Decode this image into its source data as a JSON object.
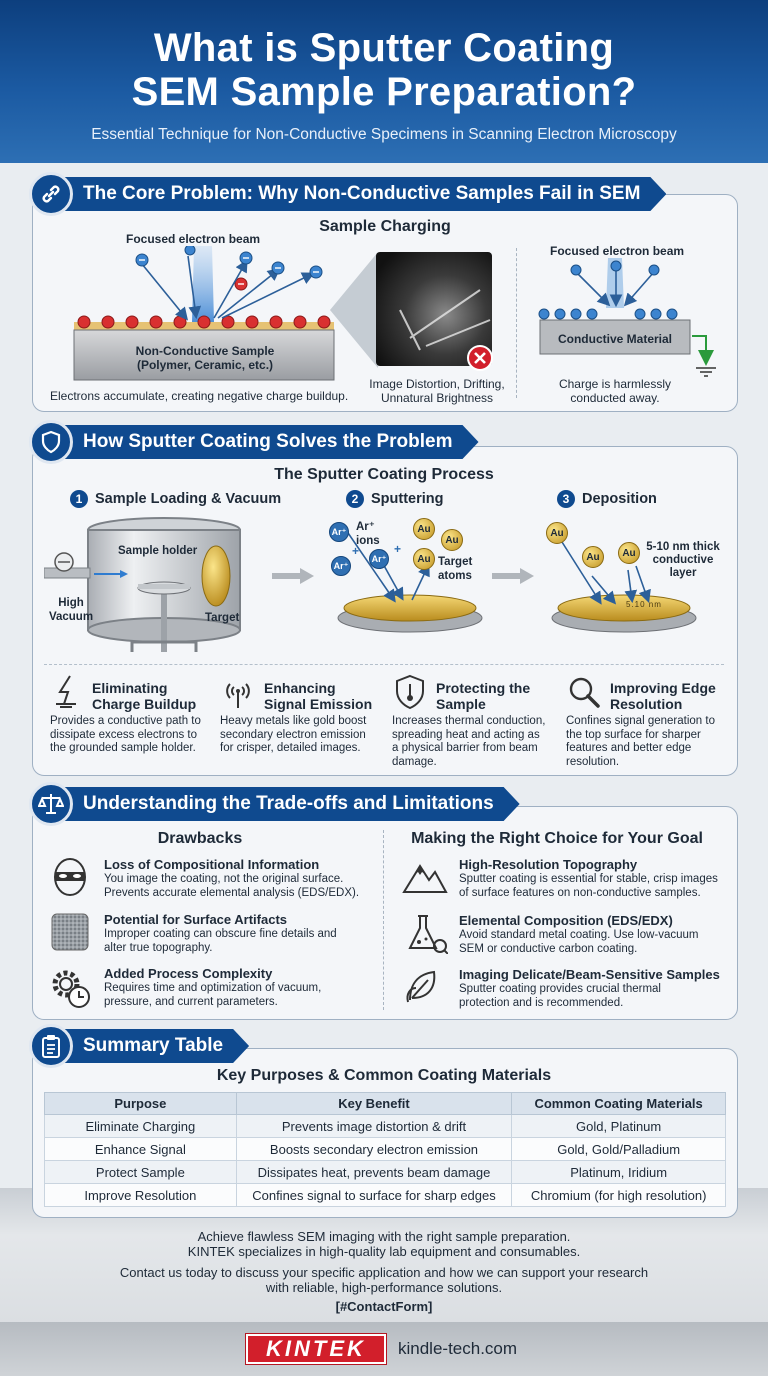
{
  "header": {
    "title_line1": "What is Sputter Coating",
    "title_line2": "SEM Sample Preparation?",
    "subtitle": "Essential Technique for Non-Conductive Specimens in Scanning Electron Microscopy"
  },
  "problem": {
    "banner": "The Core Problem: Why Non-Conductive Samples Fail in SEM",
    "heading": "Sample Charging",
    "beam_label_left": "Focused electron beam",
    "sample_label_line1": "Non-Conductive Sample",
    "sample_label_line2": "(Polymer, Ceramic, etc.)",
    "caption_left": "Electrons accumulate, creating negative charge buildup.",
    "caption_mid_line1": "Image Distortion, Drifting,",
    "caption_mid_line2": "Unnatural Brightness",
    "beam_label_right": "Focused electron beam",
    "conductive_label": "Conductive Material",
    "caption_right_line1": "Charge is harmlessly",
    "caption_right_line2": "conducted away."
  },
  "solution": {
    "banner": "How Sputter Coating Solves the Problem",
    "heading": "The Sputter Coating Process",
    "steps": [
      {
        "num": "1",
        "label": "Sample Loading & Vacuum"
      },
      {
        "num": "2",
        "label": "Sputtering"
      },
      {
        "num": "3",
        "label": "Deposition"
      }
    ],
    "labels": {
      "sample_holder": "Sample holder",
      "high": "High",
      "vacuum": "Vacuum",
      "target": "Target",
      "ar_ions_1": "Ar⁺",
      "ar_ions_2": "ions",
      "target_atoms_1": "Target",
      "target_atoms_2": "atoms",
      "layer_1": "5-10 nm thick",
      "layer_2": "conductive",
      "layer_3": "layer",
      "ar_symbol": "Ar⁺",
      "au_symbol": "Au",
      "plus": "+",
      "stamp": "5.10 nm"
    },
    "features": [
      {
        "title_1": "Eliminating",
        "title_2": "Charge Buildup",
        "text": [
          "Provides a conductive path to",
          "dissipate excess electrons to",
          "the grounded sample holder."
        ]
      },
      {
        "title_1": "Enhancing",
        "title_2": "Signal Emission",
        "text": [
          "Heavy metals like gold boost",
          "secondary electron emission",
          "for crisper, detailed images."
        ]
      },
      {
        "title_1": "Protecting the",
        "title_2": "Sample",
        "text": [
          "Increases thermal conduction,",
          "spreading heat and acting as",
          "a physical barrier from beam",
          "damage."
        ]
      },
      {
        "title_1": "Improving Edge",
        "title_2": "Resolution",
        "text": [
          "Confines signal generation to",
          "the top surface for sharper",
          "features and better edge",
          "resolution."
        ]
      }
    ]
  },
  "tradeoffs": {
    "banner": "Understanding the Trade-offs and Limitations",
    "drawbacks_heading": "Drawbacks",
    "drawbacks": [
      {
        "title": "Loss of Compositional Information",
        "text": [
          "You image the coating, not the original surface.",
          "Prevents accurate elemental analysis (EDS/EDX)."
        ]
      },
      {
        "title": "Potential for Surface Artifacts",
        "text": [
          "Improper coating can obscure fine details and",
          "alter true topography."
        ]
      },
      {
        "title": "Added Process Complexity",
        "text": [
          "Requires time and optimization of vacuum,",
          "pressure, and current parameters."
        ]
      }
    ],
    "choice_heading": "Making the Right Choice for Your Goal",
    "choices": [
      {
        "title": "High-Resolution Topography",
        "text": [
          "Sputter coating is essential for stable, crisp images",
          "of surface features on non-conductive samples."
        ]
      },
      {
        "title": "Elemental Composition (EDS/EDX)",
        "text": [
          "Avoid standard metal coating. Use low-vacuum",
          "SEM or conductive carbon coating."
        ]
      },
      {
        "title": "Imaging Delicate/Beam-Sensitive Samples",
        "text": [
          "Sputter coating provides crucial thermal",
          "protection and is recommended."
        ]
      }
    ]
  },
  "summary": {
    "banner": "Summary Table",
    "heading": "Key Purposes & Common Coating Materials",
    "columns": [
      "Purpose",
      "Key Benefit",
      "Common Coating Materials"
    ],
    "rows": [
      [
        "Eliminate Charging",
        "Prevents image distortion & drift",
        "Gold, Platinum"
      ],
      [
        "Enhance Signal",
        "Boosts secondary electron emission",
        "Gold, Gold/Palladium"
      ],
      [
        "Protect Sample",
        "Dissipates heat, prevents beam damage",
        "Platinum, Iridium"
      ],
      [
        "Improve Resolution",
        "Confines signal to surface for sharp edges",
        "Chromium (for high resolution)"
      ]
    ]
  },
  "footer": {
    "line1": "Achieve flawless SEM imaging with the right sample preparation.",
    "line2": "KINTEK specializes in high-quality lab equipment and consumables.",
    "line3": "Contact us today to discuss your specific application and how we can support your research",
    "line4": "with reliable, high-performance solutions.",
    "contact": "[#ContactForm]",
    "brand": "KINTEK",
    "website": "kindle-tech.com"
  },
  "colors": {
    "primary": "#0f4a8f",
    "gold": "#d9b13c",
    "red": "#d21f2b"
  }
}
